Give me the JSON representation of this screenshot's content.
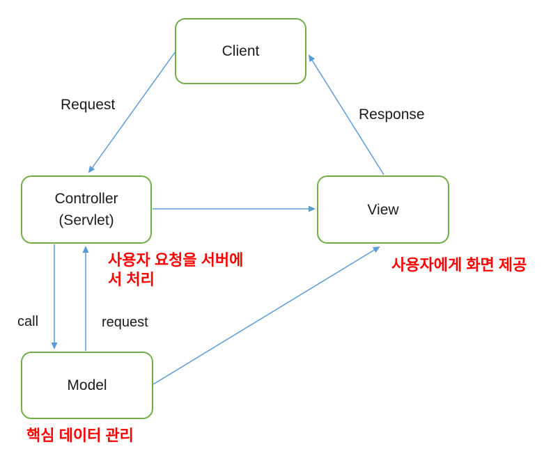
{
  "diagram": {
    "type": "flow-diagram",
    "topic": "MVC (Model-View-Controller) request flow",
    "colors": {
      "node_border": "#70AD47",
      "arrow": "#5B9BD5",
      "annotation_text": "#FF0000",
      "label_text": "#1a1a1a",
      "background": "#ffffff"
    },
    "nodes": {
      "client": {
        "label": "Client"
      },
      "controller": {
        "label": "Controller",
        "sublabel": "(Servlet)"
      },
      "view": {
        "label": "View"
      },
      "model": {
        "label": "Model"
      }
    },
    "edges": [
      {
        "id": "client-to-controller",
        "from": "client",
        "to": "controller",
        "label": "Request"
      },
      {
        "id": "view-to-client",
        "from": "view",
        "to": "client",
        "label": "Response"
      },
      {
        "id": "controller-to-view",
        "from": "controller",
        "to": "view",
        "label": ""
      },
      {
        "id": "controller-to-model",
        "from": "controller",
        "to": "model",
        "label": "call"
      },
      {
        "id": "model-to-controller",
        "from": "model",
        "to": "controller",
        "label": "request"
      },
      {
        "id": "model-to-view",
        "from": "model",
        "to": "view",
        "label": ""
      }
    ],
    "annotations": {
      "controller": {
        "lines": [
          "사용자 요청을 서버에",
          "서 처리"
        ]
      },
      "view": {
        "text": "사용자에게 화면 제공"
      },
      "model": {
        "text": "핵심 데이터 관리"
      }
    }
  }
}
